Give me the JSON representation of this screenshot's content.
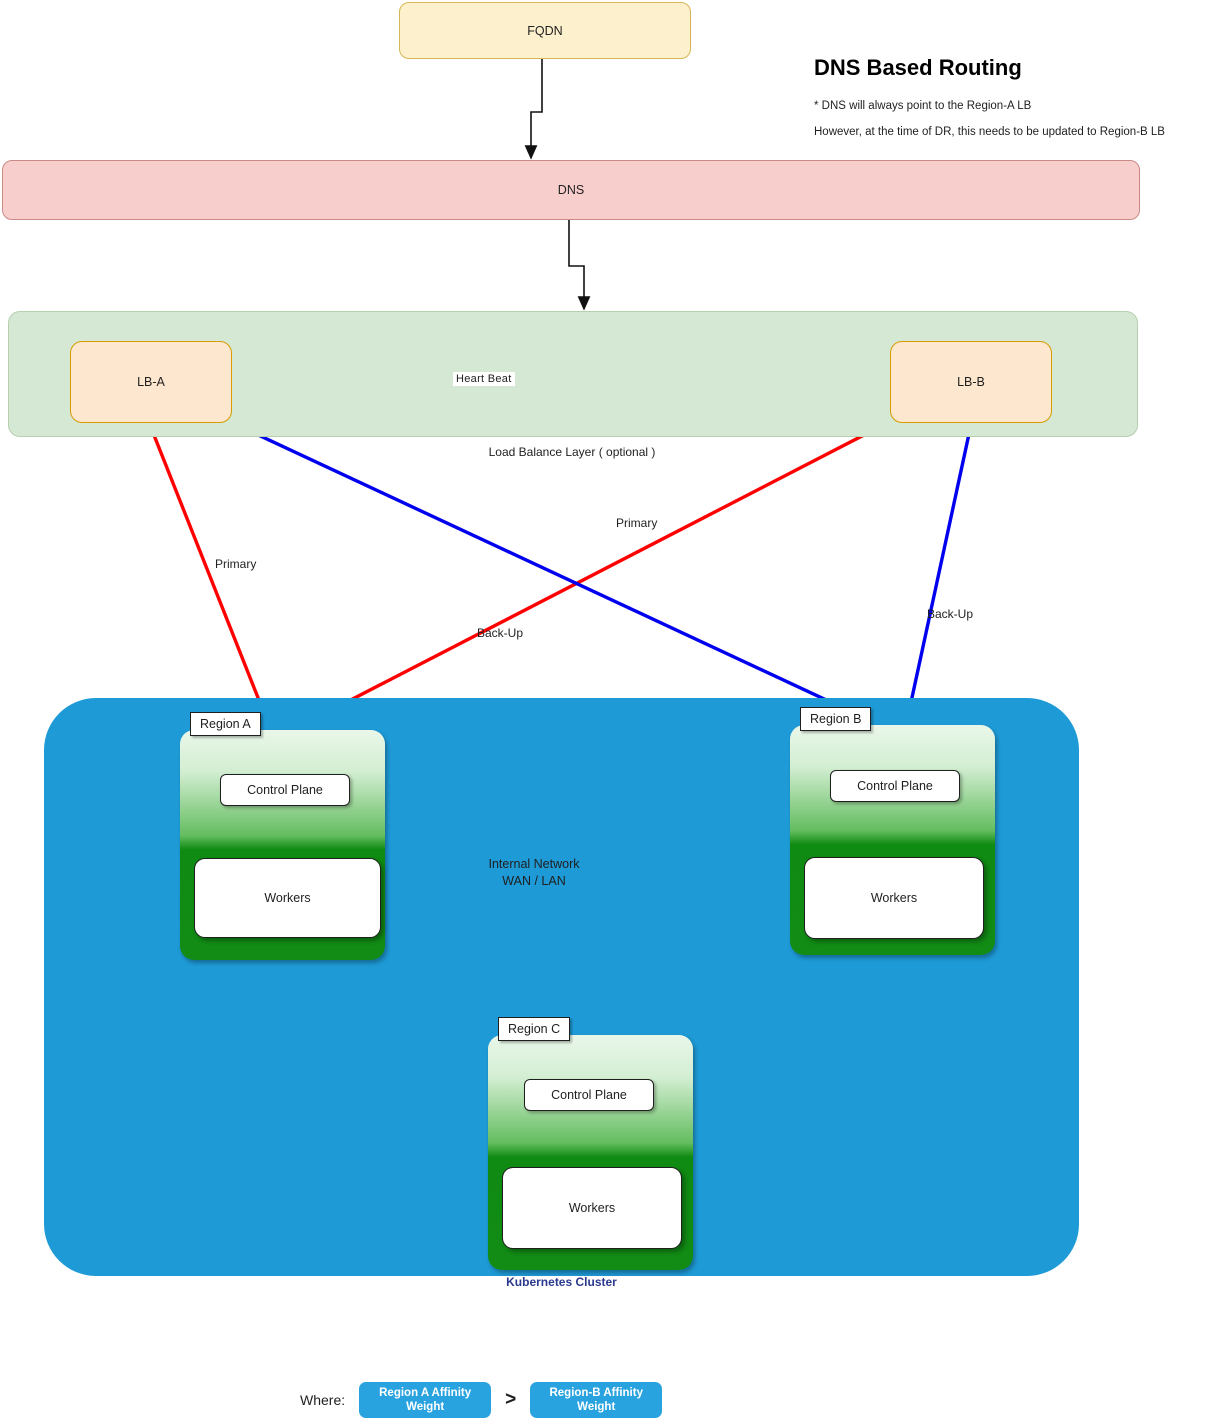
{
  "title": "DNS Based Routing",
  "notes": {
    "note1": "* DNS will always point to the Region-A  LB",
    "note2": "However, at the time of DR, this needs to be updated to Region-B LB"
  },
  "nodes": {
    "fqdn": "FQDN",
    "dns": "DNS"
  },
  "load_balance_layer": {
    "caption": "Load Balance Layer ( optional )",
    "lb_a": "LB-A",
    "lb_b": "LB-B",
    "heartbeat": "Heart  Beat"
  },
  "routes": {
    "primary_a": "Primary",
    "backup_a": "Back-Up",
    "primary_b": "Primary",
    "backup_b": "Back-Up"
  },
  "cluster": {
    "caption": "Kubernetes Cluster",
    "network": {
      "line1": "Internal Network",
      "line2": "WAN / LAN"
    },
    "regions": [
      {
        "tag": "Region A",
        "control_plane": "Control Plane",
        "workers": "Workers"
      },
      {
        "tag": "Region B",
        "control_plane": "Control Plane",
        "workers": "Workers"
      },
      {
        "tag": "Region C",
        "control_plane": "Control Plane",
        "workers": "Workers"
      }
    ]
  },
  "legend": {
    "where": "Where:",
    "left_pill": "Region A Affinity Weight",
    "operator": ">",
    "right_pill": "Region-B  Affinity Weight"
  },
  "colors": {
    "fqdn_fill": "#fdf0cd",
    "fqdn_stroke": "#d6b656",
    "dns_fill": "#f8cecc",
    "dns_stroke": "#c98b87",
    "lb_layer_fill": "#d5e8d4",
    "lb_node_fill": "#fde7ce",
    "lb_node_stroke": "#d79b00",
    "cluster_fill": "#1e9ad6",
    "region_green_dark": "#0f8a12",
    "region_green_light": "#eaf7ea",
    "network_ring": "#22dd22",
    "primary_route": "#ff0000",
    "backup_route": "#0000ee",
    "legend_pill": "#29a3e0",
    "cluster_caption": "#2b3a8f"
  }
}
